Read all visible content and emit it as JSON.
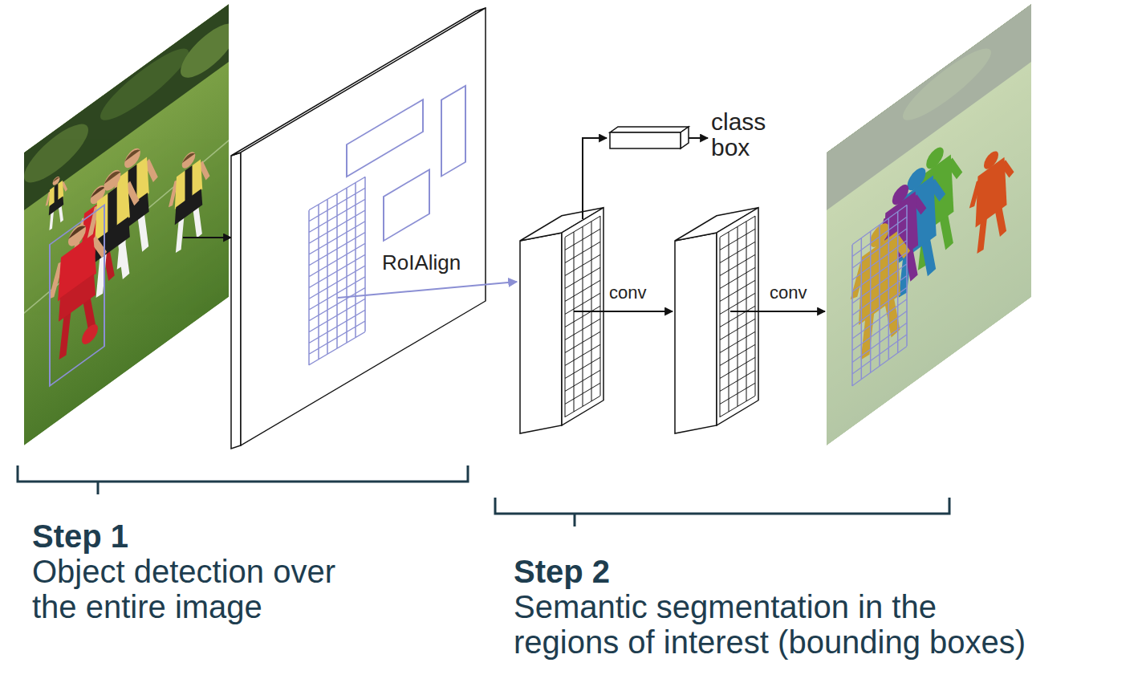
{
  "diagram": {
    "labels": [
      "RoIAlign",
      "class",
      "box",
      "conv",
      "conv",
      "Step 1",
      "Object detection over the entire image",
      "Step 2",
      "Semantic segmentation in the regions of interest (bounding boxes)"
    ]
  }
}
